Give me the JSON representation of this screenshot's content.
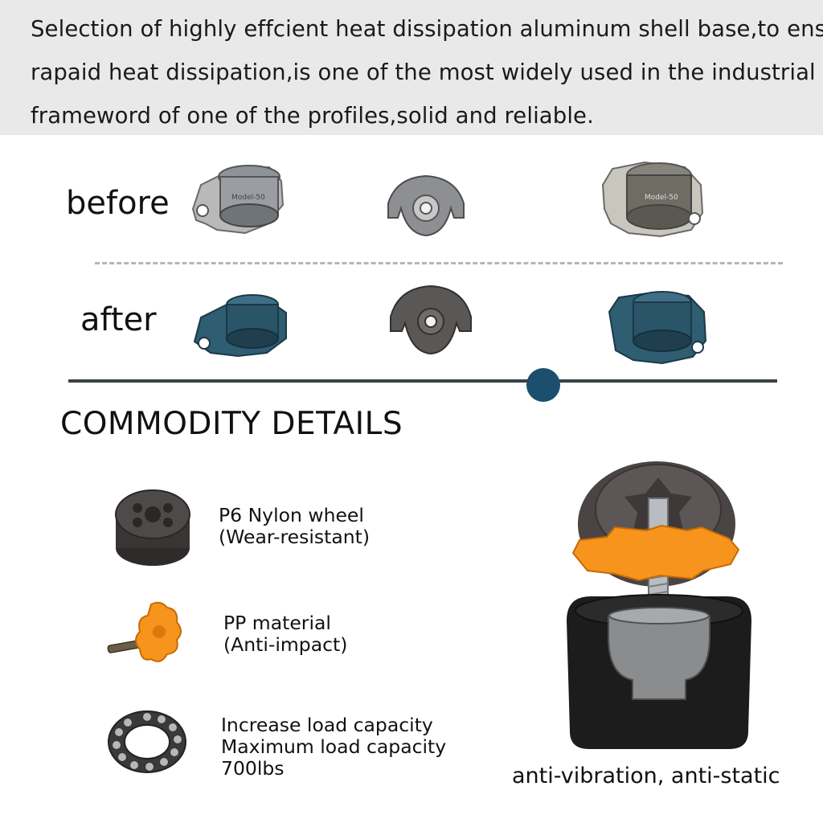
{
  "header": {
    "line1": "Selection of highly effcient heat dissipation aluminum shell base,to ensure",
    "line2": "rapaid heat dissipation,is one of the most widely used in the industrial",
    "line3": "frameword of one of the profiles,solid and reliable."
  },
  "comparison": {
    "before_label": "before",
    "after_label": "after",
    "part_stamp": "Model-50"
  },
  "details": {
    "heading": "COMMODITY DETAILS",
    "items": [
      {
        "line1": "P6 Nylon wheel",
        "line2": "(Wear-resistant)"
      },
      {
        "line1": "PP material",
        "line2": "(Anti-impact)"
      },
      {
        "line1": "Increase load capacity",
        "line2": "Maximum load capacity",
        "line3": "700lbs"
      }
    ],
    "caption": "anti-vibration, anti-static"
  },
  "colors": {
    "header_bg": "#e9e9e9",
    "aluminum": "#a8a8a8",
    "blue_finish": "#2e5a6e",
    "accent_dot": "#1c4f6d",
    "nylon": "#4a4444",
    "pp_orange": "#f7941d"
  }
}
